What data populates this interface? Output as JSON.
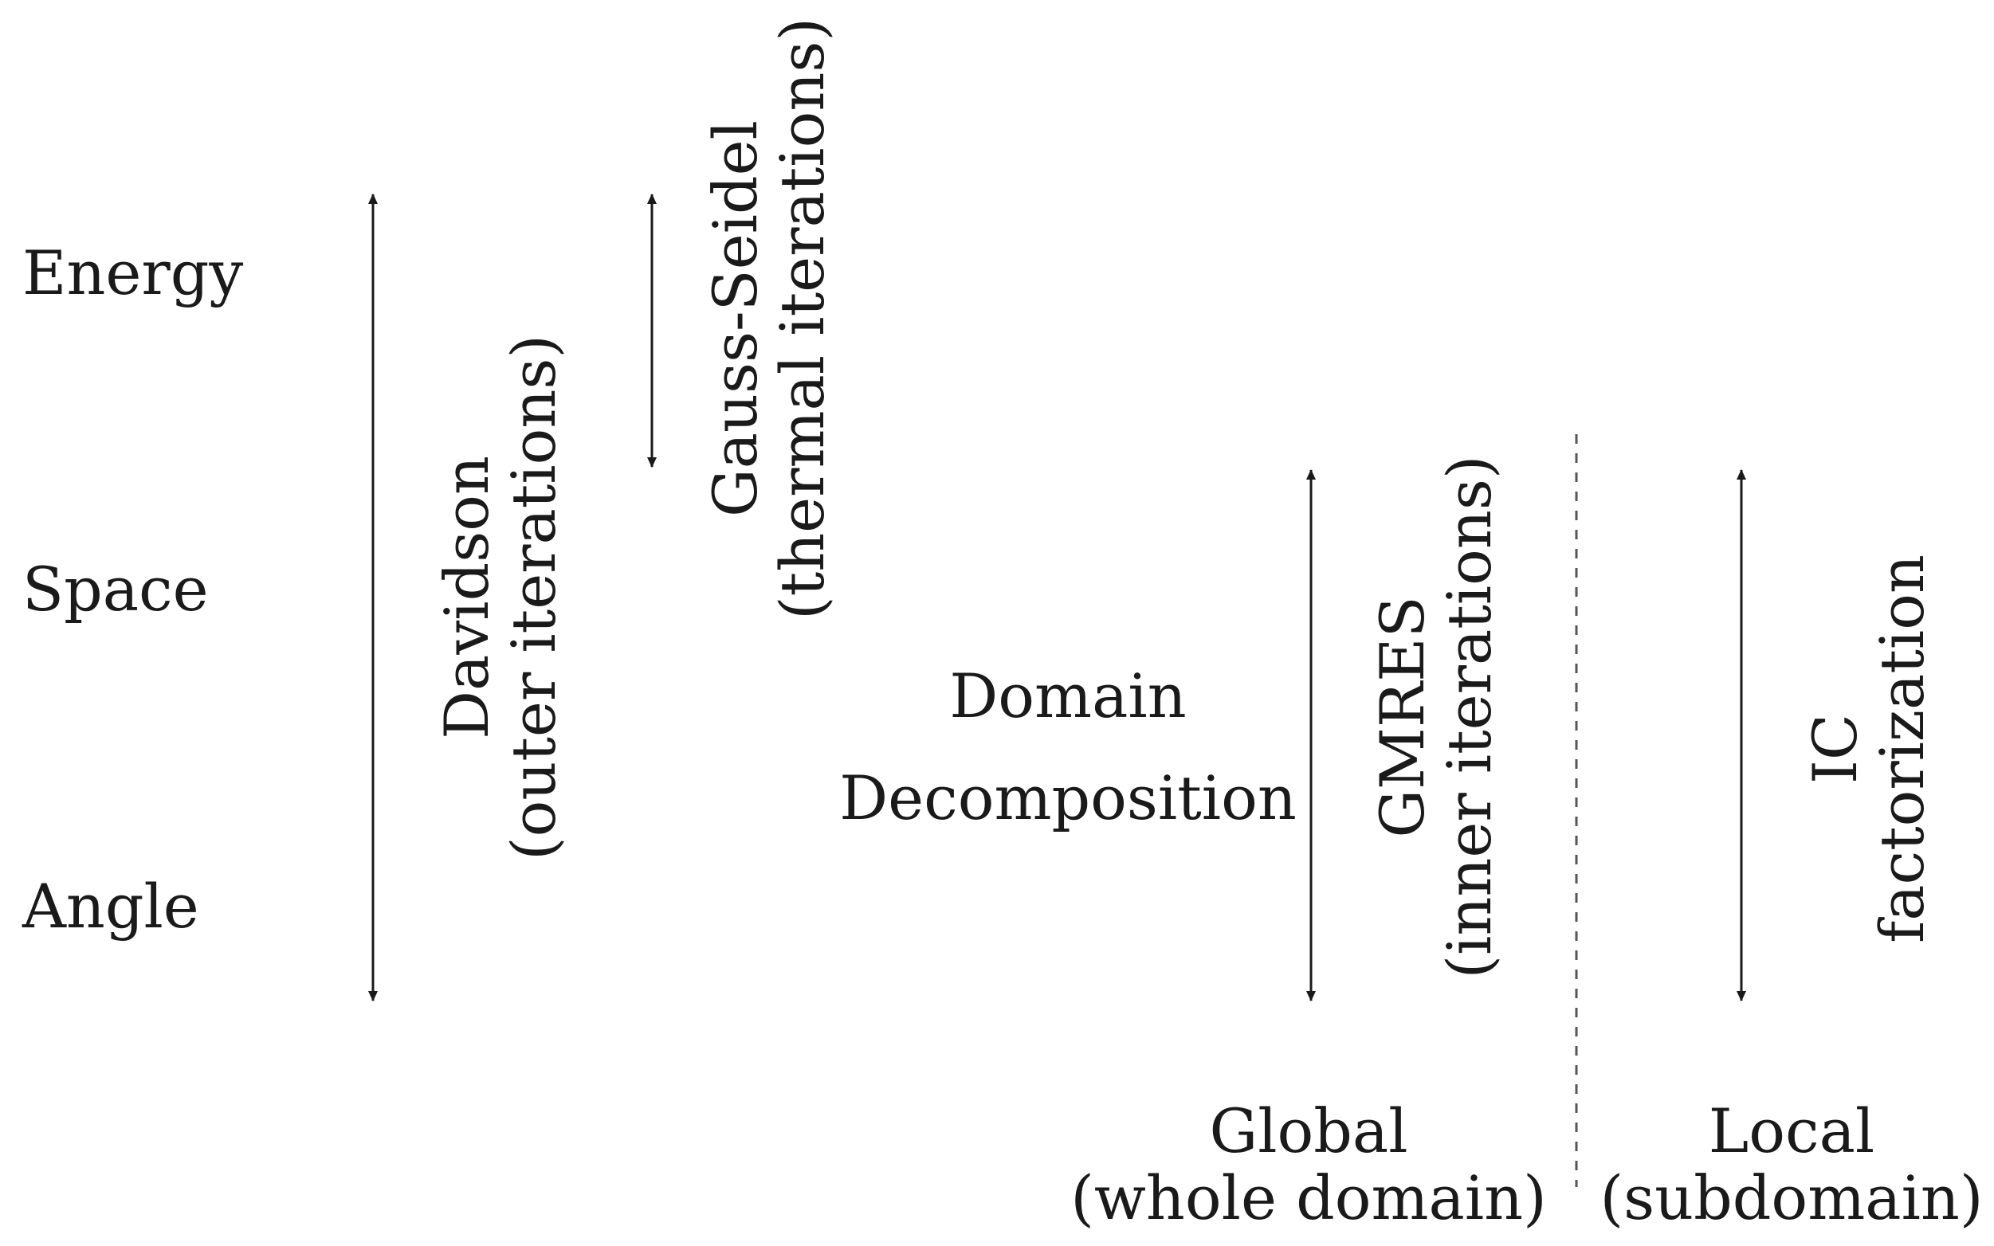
{
  "left_labels": {
    "energy": "Energy",
    "space": "Space",
    "angle": "Angle"
  },
  "davidson": {
    "line1": "Davidson",
    "line2": "(outer iterations)"
  },
  "gauss_seidel": {
    "line1": "Gauss-Seidel",
    "line2": "(thermal iterations)"
  },
  "domain_decomposition": {
    "line1": "Domain",
    "line2": "Decomposition"
  },
  "gmres": {
    "line1": "GMRES",
    "line2": "(inner iterations)"
  },
  "ic": {
    "line1": "IC",
    "line2": "factorization"
  },
  "global": {
    "line1": "Global",
    "line2": "(whole domain)"
  },
  "local": {
    "line1": "Local",
    "line2": "(subdomain)"
  },
  "colors": {
    "ink": "#1a1a1a",
    "background": "#ffffff"
  },
  "icons": [
    "double-arrow",
    "dashed-divider"
  ]
}
